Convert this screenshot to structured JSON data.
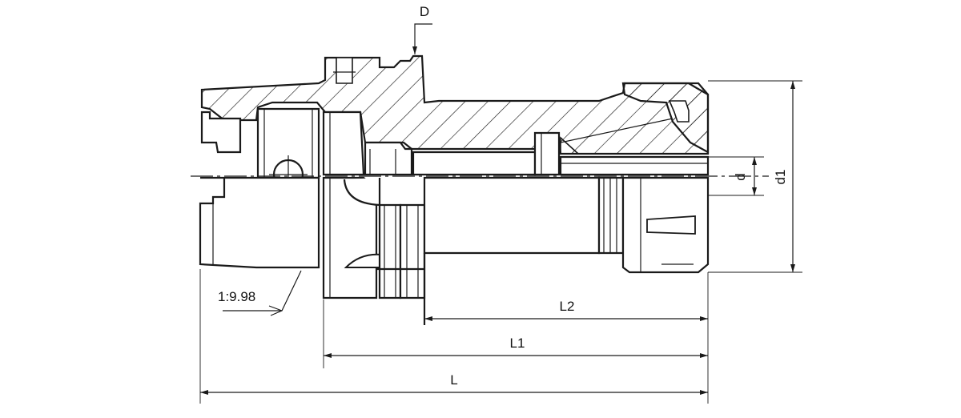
{
  "drawing": {
    "colors": {
      "line": "#1a1a1a",
      "background": "#ffffff"
    },
    "labels": {
      "taper": "1:9.98",
      "flange_D": "D",
      "length_total": "L",
      "length_L1": "L1",
      "length_L2": "L2",
      "bore_d": "d",
      "diameter_d1": "d1"
    }
  }
}
